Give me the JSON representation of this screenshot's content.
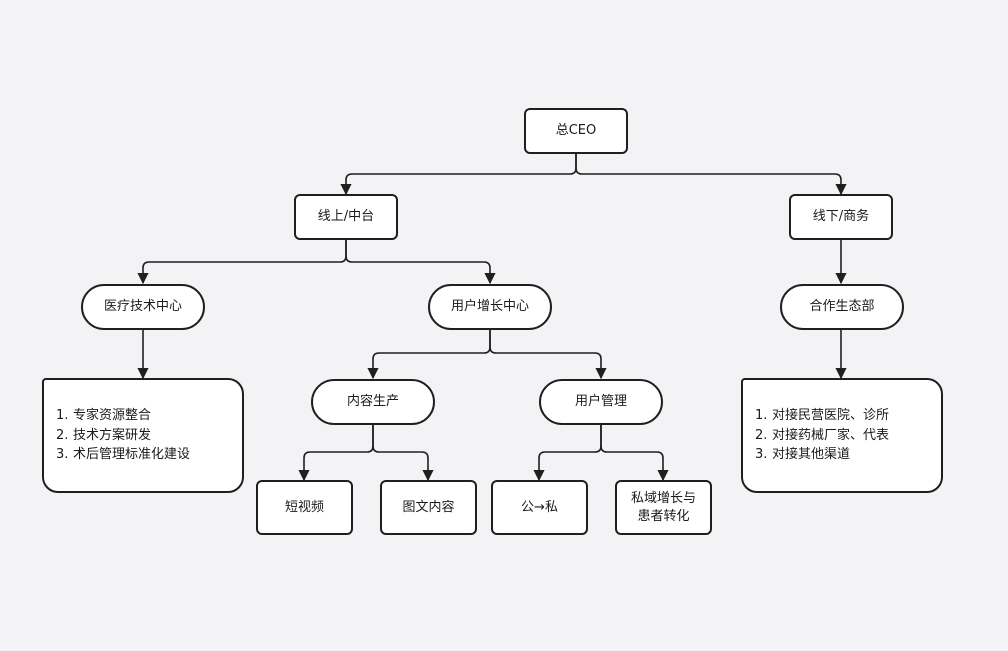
{
  "nodes": {
    "ceo": "总CEO",
    "online": "线上/中台",
    "offline": "线下/商务",
    "medtech": "医疗技术中心",
    "growth": "用户增长中心",
    "ecosystem": "合作生态部",
    "content": "内容生产",
    "usermgmt": "用户管理",
    "shortvideo": "短视频",
    "graphic": "图文内容",
    "pubpriv": "公→私",
    "privgrowth": "私域增长与患者转化"
  },
  "medtech_notes": [
    {
      "num": "1.",
      "text": "专家资源整合"
    },
    {
      "num": "2.",
      "text": "技术方案研发"
    },
    {
      "num": "3.",
      "text": "术后管理标准化建设"
    }
  ],
  "ecosystem_notes": [
    {
      "num": "1.",
      "text": "对接民营医院、诊所"
    },
    {
      "num": "2.",
      "text": "对接药械厂家、代表"
    },
    {
      "num": "3.",
      "text": "对接其他渠道"
    }
  ],
  "colors": {
    "background": "#f3f3f5",
    "node_fill": "#ffffff",
    "stroke": "#1f1f1f"
  }
}
